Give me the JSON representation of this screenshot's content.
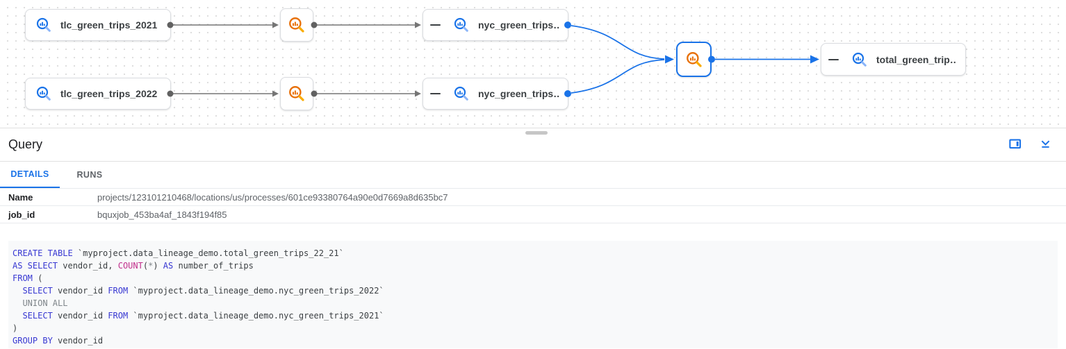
{
  "colors": {
    "accent_blue": "#1a73e8",
    "edge_gray": "#757575",
    "process_icon_orange": "#e8710a",
    "table_icon_blue": "#1a73e8",
    "sql_keyword": "#3737d2",
    "sql_function": "#c2308d",
    "sql_muted": "#80868b"
  },
  "icons": {
    "bigquery_table": "magnifying-glass-with-bar-chart (blue)",
    "bigquery_process": "magnifying-glass-with-bar-chart (orange)",
    "collapse_node": "minus-bar",
    "open_side_panel": "rectangle-with-filled-right-pane",
    "collapse_panel": "chevron-down-over-line"
  },
  "lineage": {
    "node_labels": [
      "tlc_green_trips_2021",
      "tlc_green_trips_2022",
      "nyc_green_trips…",
      "nyc_green_trips…",
      "total_green_trip…"
    ]
  },
  "panel": {
    "title": "Query",
    "tabs": {
      "details": "DETAILS",
      "runs": "RUNS"
    },
    "fields": [
      {
        "label": "Name",
        "value": "projects/123101210468/locations/us/processes/601ce93380764a90e0d7669a8d635bc7"
      },
      {
        "label": "job_id",
        "value": "bquxjob_453ba4af_1843f194f85"
      }
    ]
  },
  "sql": {
    "lines": [
      [
        {
          "t": "CREATE TABLE",
          "c": "k"
        },
        {
          "t": " `myproject.data_lineage_demo.total_green_trips_22_21`",
          "c": "t"
        }
      ],
      [
        {
          "t": "AS SELECT",
          "c": "k"
        },
        {
          "t": " vendor_id, ",
          "c": "t"
        },
        {
          "t": "COUNT",
          "c": "f"
        },
        {
          "t": "(",
          "c": "t"
        },
        {
          "t": "*",
          "c": "g"
        },
        {
          "t": ") ",
          "c": "t"
        },
        {
          "t": "AS",
          "c": "k"
        },
        {
          "t": " number_of_trips",
          "c": "t"
        }
      ],
      [
        {
          "t": "FROM",
          "c": "k"
        },
        {
          "t": " (",
          "c": "t"
        }
      ],
      [
        {
          "t": "  ",
          "c": "t"
        },
        {
          "t": "SELECT",
          "c": "k"
        },
        {
          "t": " vendor_id ",
          "c": "t"
        },
        {
          "t": "FROM",
          "c": "k"
        },
        {
          "t": " `myproject.data_lineage_demo.nyc_green_trips_2022`",
          "c": "t"
        }
      ],
      [
        {
          "t": "  ",
          "c": "t"
        },
        {
          "t": "UNION ALL",
          "c": "g"
        }
      ],
      [
        {
          "t": "  ",
          "c": "t"
        },
        {
          "t": "SELECT",
          "c": "k"
        },
        {
          "t": " vendor_id ",
          "c": "t"
        },
        {
          "t": "FROM",
          "c": "k"
        },
        {
          "t": " `myproject.data_lineage_demo.nyc_green_trips_2021`",
          "c": "t"
        }
      ],
      [
        {
          "t": ")",
          "c": "t"
        }
      ],
      [
        {
          "t": "GROUP BY",
          "c": "k"
        },
        {
          "t": " vendor_id",
          "c": "t"
        }
      ]
    ]
  }
}
